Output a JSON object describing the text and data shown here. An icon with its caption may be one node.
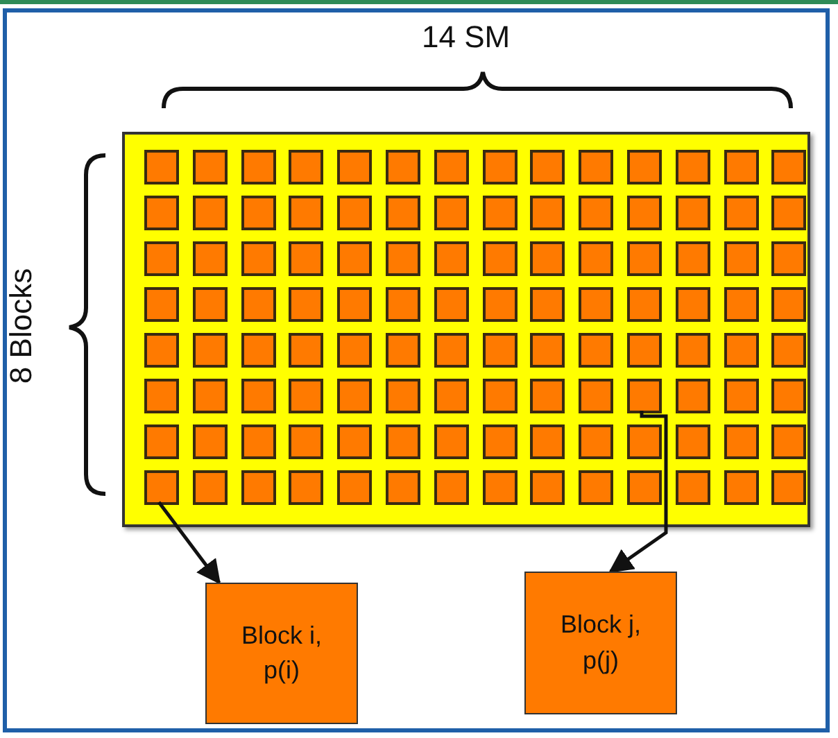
{
  "diagram": {
    "nodes": [
      {
        "text": [],
        "shape": "box"
      },
      {
        "text": [],
        "shape": "box",
        "in": 0
      },
      {
        "text": [],
        "shape": "box",
        "in": 0
      },
      {
        "text": [],
        "shape": "box",
        "in": 0
      },
      {
        "text": [],
        "shape": "box",
        "in": 0
      },
      {
        "text": [],
        "shape": "box",
        "in": 0
      },
      {
        "text": [],
        "shape": "box",
        "in": 0
      },
      {
        "text": [],
        "shape": "box",
        "in": 0
      },
      {
        "text": [],
        "shape": "box",
        "in": 0
      },
      {
        "text": [],
        "shape": "box",
        "in": 0
      },
      {
        "text": [],
        "shape": "box",
        "in": 0
      },
      {
        "text": [],
        "shape": "box",
        "in": 0
      },
      {
        "text": [],
        "shape": "box",
        "in": 0
      },
      {
        "text": [],
        "shape": "box",
        "in": 0
      },
      {
        "text": [],
        "shape": "box",
        "in": 0
      },
      {
        "text": [],
        "shape": "box",
        "in": 0
      },
      {
        "text": [],
        "shape": "box",
        "in": 0
      },
      {
        "text": [],
        "shape": "box",
        "in": 0
      },
      {
        "text": [],
        "shape": "box",
        "in": 0
      },
      {
        "text": [],
        "shape": "box",
        "in": 0
      },
      {
        "text": [],
        "shape": "box",
        "in": 0
      },
      {
        "text": [],
        "shape": "box",
        "in": 0
      },
      {
        "text": [],
        "shape": "box",
        "in": 0
      },
      {
        "text": [],
        "shape": "box",
        "in": 0
      },
      {
        "text": [],
        "shape": "box",
        "in": 0
      },
      {
        "text": [],
        "shape": "box",
        "in": 0
      },
      {
        "text": [],
        "shape": "box",
        "in": 0
      },
      {
        "text": [],
        "shape": "box",
        "in": 0
      },
      {
        "text": [],
        "shape": "box",
        "in": 0
      },
      {
        "text": [],
        "shape": "box",
        "in": 0
      },
      {
        "text": [],
        "shape": "box",
        "in": 0
      },
      {
        "text": [],
        "shape": "box",
        "in": 0
      },
      {
        "text": [],
        "shape": "box",
        "in": 0
      },
      {
        "text": [],
        "shape": "box",
        "in": 0
      },
      {
        "text": [],
        "shape": "box",
        "in": 0
      },
      {
        "text": [],
        "shape": "box",
        "in": 0
      },
      {
        "text": [],
        "shape": "box",
        "in": 0
      },
      {
        "text": [],
        "shape": "box",
        "in": 0
      },
      {
        "text": [],
        "shape": "box",
        "in": 0
      },
      {
        "text": [],
        "shape": "box",
        "in": 0
      },
      {
        "text": [],
        "shape": "box",
        "in": 0
      },
      {
        "text": [],
        "shape": "box",
        "in": 0
      },
      {
        "text": [],
        "shape": "box",
        "in": 0
      },
      {
        "text": [],
        "shape": "box",
        "in": 0
      },
      {
        "text": [],
        "shape": "box",
        "in": 0
      },
      {
        "text": [],
        "shape": "box",
        "in": 0
      },
      {
        "text": [],
        "shape": "box",
        "in": 0
      },
      {
        "text": [],
        "shape": "box",
        "in": 0
      },
      {
        "text": [],
        "shape": "box",
        "in": 0
      },
      {
        "text": [],
        "shape": "box",
        "in": 0
      },
      {
        "text": [],
        "shape": "box",
        "in": 0
      },
      {
        "text": [],
        "shape": "box",
        "in": 0
      },
      {
        "text": [],
        "shape": "box",
        "in": 0
      },
      {
        "text": [],
        "shape": "box",
        "in": 0
      },
      {
        "text": [],
        "shape": "box",
        "in": 0
      },
      {
        "text": [],
        "shape": "box",
        "in": 0
      },
      {
        "text": [],
        "shape": "box",
        "in": 0
      },
      {
        "text": [],
        "shape": "box",
        "in": 0
      },
      {
        "text": [],
        "shape": "box",
        "in": 0
      },
      {
        "text": [],
        "shape": "box",
        "in": 0
      },
      {
        "text": [],
        "shape": "box",
        "in": 0
      },
      {
        "text": [],
        "shape": "box",
        "in": 0
      },
      {
        "text": [],
        "shape": "box",
        "in": 0
      },
      {
        "text": [],
        "shape": "box",
        "in": 0
      },
      {
        "text": [],
        "shape": "box",
        "in": 0
      },
      {
        "text": [],
        "shape": "box",
        "in": 0
      },
      {
        "text": [],
        "shape": "box",
        "in": 0
      },
      {
        "text": [],
        "shape": "box",
        "in": 0
      },
      {
        "text": [],
        "shape": "box",
        "in": 0
      },
      {
        "text": [],
        "shape": "box",
        "in": 0
      },
      {
        "text": [],
        "shape": "box",
        "in": 0
      },
      {
        "text": [],
        "shape": "box",
        "in": 0
      },
      {
        "text": [],
        "shape": "box",
        "in": 0
      },
      {
        "text": [],
        "shape": "box",
        "in": 0
      },
      {
        "text": [],
        "shape": "box",
        "in": 0
      },
      {
        "text": [],
        "shape": "box",
        "in": 0
      },
      {
        "text": [],
        "shape": "box",
        "in": 0
      },
      {
        "text": [],
        "shape": "box",
        "in": 0
      },
      {
        "text": [],
        "shape": "box",
        "in": 0
      },
      {
        "text": [],
        "shape": "box",
        "in": 0
      },
      {
        "text": [],
        "shape": "box",
        "in": 0
      },
      {
        "text": [],
        "shape": "box",
        "in": 0
      },
      {
        "text": [],
        "shape": "box",
        "in": 0
      },
      {
        "text": [],
        "shape": "box",
        "in": 0
      },
      {
        "text": [],
        "shape": "box",
        "in": 0
      },
      {
        "text": [],
        "shape": "box",
        "in": 0
      },
      {
        "text": [],
        "shape": "box",
        "in": 0
      },
      {
        "text": [],
        "shape": "box",
        "in": 0
      },
      {
        "text": [],
        "shape": "box",
        "in": 0
      },
      {
        "text": [],
        "shape": "box",
        "in": 0
      },
      {
        "text": [],
        "shape": "box",
        "in": 0
      },
      {
        "text": [],
        "shape": "box",
        "in": 0
      },
      {
        "text": [],
        "shape": "box",
        "in": 0
      },
      {
        "text": [],
        "shape": "box",
        "in": 0
      },
      {
        "text": [],
        "shape": "box",
        "in": 0
      },
      {
        "text": [],
        "shape": "box",
        "in": 0
      },
      {
        "text": [],
        "shape": "box",
        "in": 0
      },
      {
        "text": [],
        "shape": "box",
        "in": 0
      },
      {
        "text": [],
        "shape": "box",
        "in": 0
      },
      {
        "text": [],
        "shape": "box",
        "in": 0
      },
      {
        "text": [],
        "shape": "box",
        "in": 0
      },
      {
        "text": [],
        "shape": "box",
        "in": 0
      },
      {
        "text": [],
        "shape": "box",
        "in": 0
      },
      {
        "text": [],
        "shape": "box",
        "in": 0
      },
      {
        "text": [],
        "shape": "box",
        "in": 0
      },
      {
        "text": [],
        "shape": "box",
        "in": 0
      },
      {
        "text": [],
        "shape": "box",
        "in": 0
      },
      {
        "text": [],
        "shape": "box",
        "in": 0
      },
      {
        "text": [],
        "shape": "box",
        "in": 0
      },
      {
        "text": [],
        "shape": "box",
        "in": 0
      },
      {
        "text": [],
        "shape": "box",
        "in": 0
      },
      {
        "text": [],
        "shape": "box",
        "in": 0
      },
      {
        "text": [],
        "shape": "box",
        "in": 0
      },
      {
        "text": [
          "Block i, p(i)"
        ]
      },
      {
        "text": [
          "Block j, p(j)"
        ]
      }
    ],
    "edges": [
      {
        "from": 99,
        "to": 113,
        "arrow": "to"
      },
      {
        "from": 81,
        "to": 114,
        "arrow": "to"
      }
    ],
    "labels": [
      "14 SM",
      "8 Blocks"
    ]
  }
}
